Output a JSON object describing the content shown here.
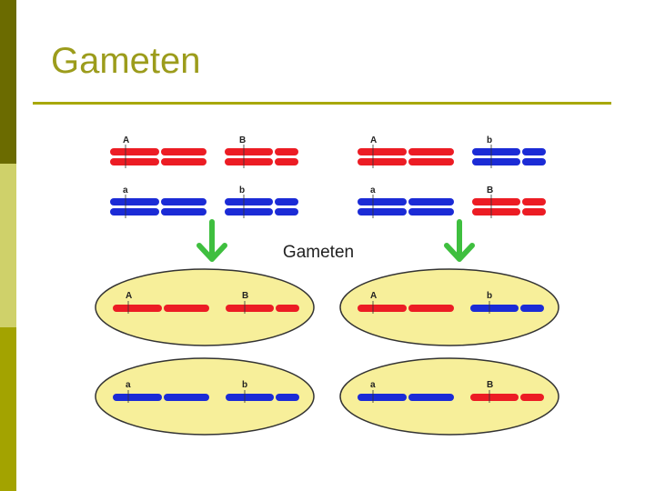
{
  "slide": {
    "title": "Gameten",
    "colors": {
      "sidebar_top": "#6b6b00",
      "sidebar_middle": "#cfd16a",
      "sidebar_bottom": "#a3a300",
      "title": "#9c9c1c",
      "rule": "#a8a800"
    }
  },
  "diagram": {
    "center_label": "Gameten",
    "colors": {
      "red": "#ec1c24",
      "blue": "#1b2bd6",
      "cell_fill": "#f7ef9a",
      "arrow": "#3fbf3f"
    },
    "parent_cells": [
      {
        "name": "parent-left",
        "chromosomes": [
          {
            "label": "A",
            "color": "red"
          },
          {
            "label": "B",
            "color": "red"
          },
          {
            "label": "a",
            "color": "blue"
          },
          {
            "label": "b",
            "color": "blue"
          }
        ]
      },
      {
        "name": "parent-right",
        "chromosomes": [
          {
            "label": "A",
            "color": "red"
          },
          {
            "label": "b",
            "color": "blue"
          },
          {
            "label": "a",
            "color": "blue"
          },
          {
            "label": "B",
            "color": "red"
          }
        ]
      }
    ],
    "gametes": [
      {
        "name": "gamete-AB",
        "chromosomes": [
          {
            "label": "A",
            "color": "red"
          },
          {
            "label": "B",
            "color": "red"
          }
        ]
      },
      {
        "name": "gamete-Ab",
        "chromosomes": [
          {
            "label": "A",
            "color": "red"
          },
          {
            "label": "b",
            "color": "blue"
          }
        ]
      },
      {
        "name": "gamete-ab",
        "chromosomes": [
          {
            "label": "a",
            "color": "blue"
          },
          {
            "label": "b",
            "color": "blue"
          }
        ]
      },
      {
        "name": "gamete-aB",
        "chromosomes": [
          {
            "label": "a",
            "color": "blue"
          },
          {
            "label": "B",
            "color": "red"
          }
        ]
      }
    ]
  }
}
